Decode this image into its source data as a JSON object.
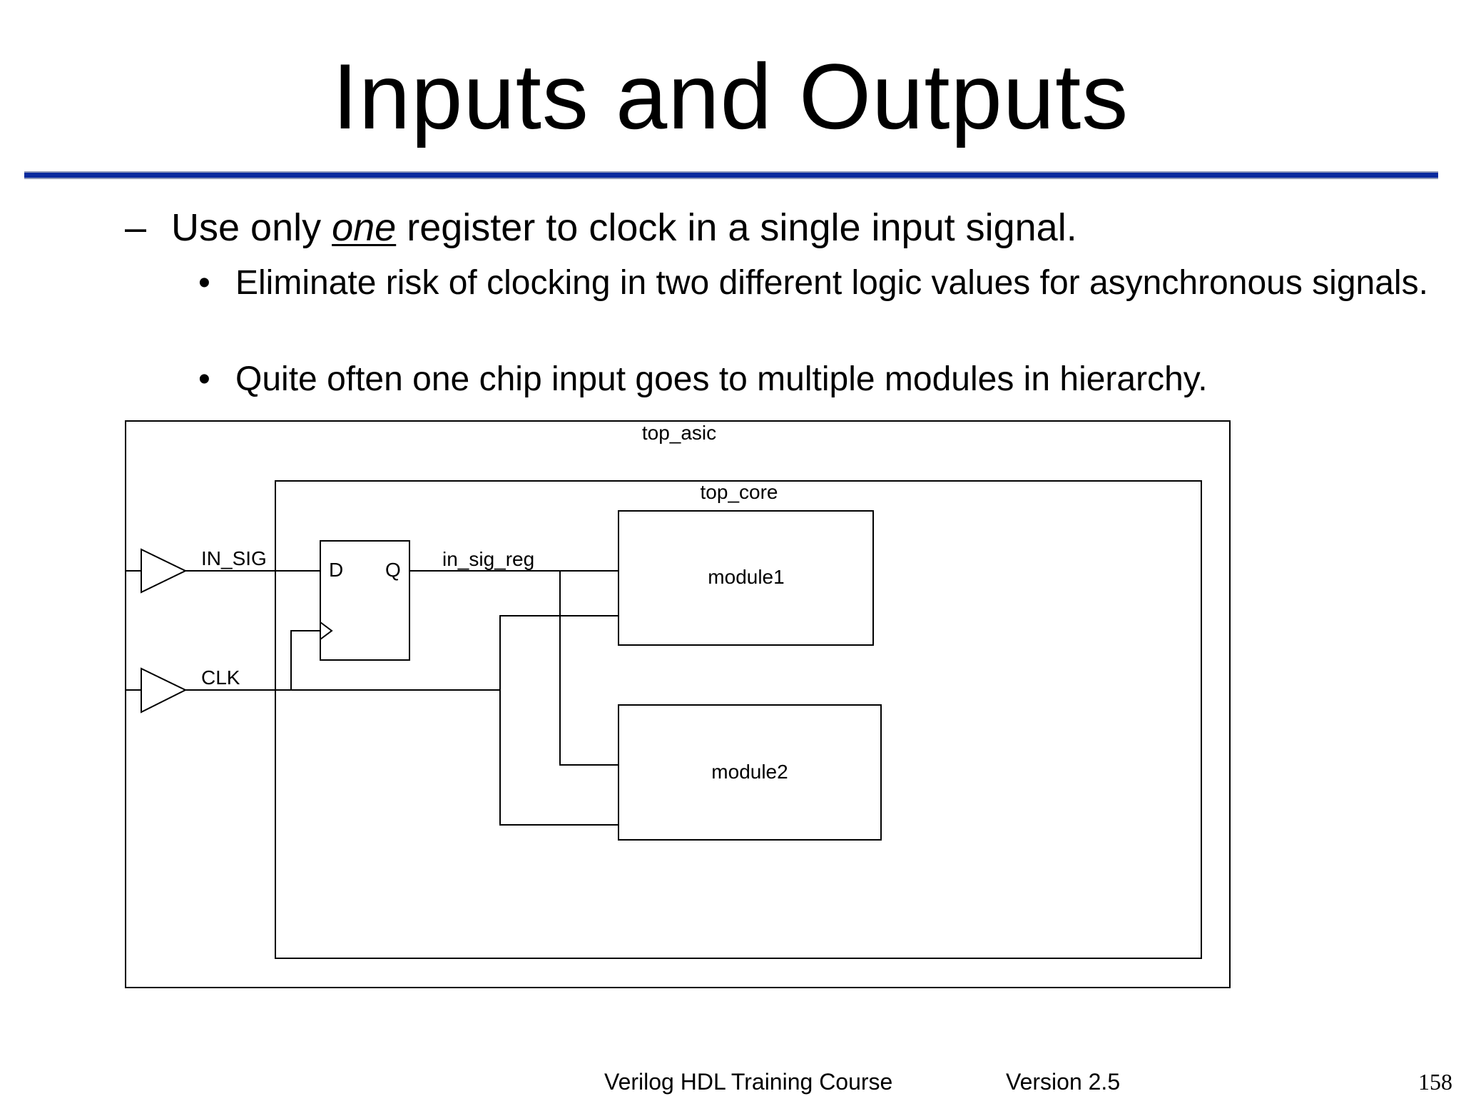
{
  "slide": {
    "title": "Inputs and Outputs",
    "main_point": {
      "dash": "–",
      "before": "Use only ",
      "emphasis": "one",
      "after": " register to clock in a single input signal."
    },
    "sub_points": [
      {
        "bullet": "•",
        "text": "Eliminate risk of clocking in two different logic values for asynchronous signals."
      },
      {
        "bullet": "•",
        "text": "Quite often one chip input goes to multiple modules in hierarchy."
      }
    ]
  },
  "diagram": {
    "outer_module": "top_asic",
    "inner_module": "top_core",
    "inputs": [
      "IN_SIG",
      "CLK"
    ],
    "register_pins": {
      "d": "D",
      "q": "Q"
    },
    "register_output_net": "in_sig_reg",
    "submodules": [
      "module1",
      "module2"
    ]
  },
  "footer": {
    "course": "Verilog HDL Training Course",
    "version": "Version 2.5",
    "page_number": "158"
  },
  "colors": {
    "rule": "#0a2a9e",
    "text": "#000000"
  }
}
